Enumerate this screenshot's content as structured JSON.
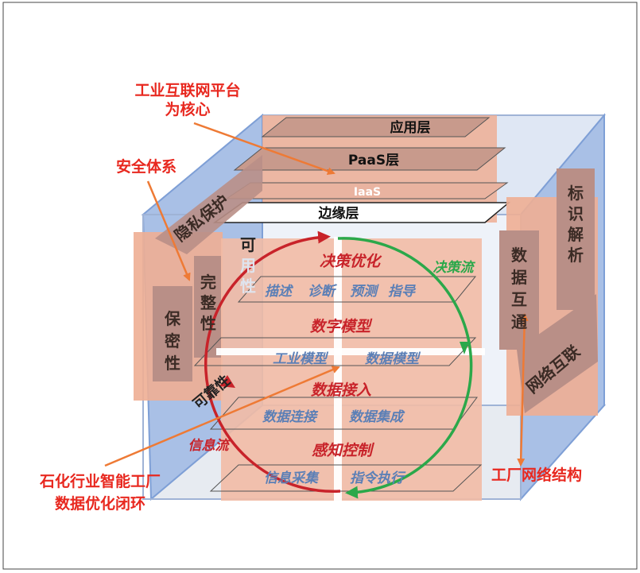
{
  "callouts": {
    "platform_core_line1": "工业互联网平台",
    "platform_core_line2": "为核心",
    "security_system": "安全体系",
    "closed_loop_line1": "石化行业智能工厂",
    "closed_loop_line2": "数据优化闭环",
    "network_structure": "工厂网络结构"
  },
  "platform_layers": {
    "application": "应用层",
    "paas": "PaaS层",
    "iaas": "IaaS",
    "edge": "边缘层"
  },
  "security_faces": {
    "privacy": "隐私保护",
    "confidentiality": [
      "保",
      "密",
      "性"
    ],
    "integrity": [
      "完",
      "整",
      "性"
    ],
    "availability_top": [
      "可",
      "用",
      "性"
    ],
    "availability_bottom": "可靠性"
  },
  "network_faces": {
    "identifier": [
      "标",
      "识",
      "解",
      "析"
    ],
    "interconnect": [
      "数",
      "据",
      "互",
      "通"
    ],
    "network": "网络互联"
  },
  "loop": {
    "decision": "决策优化",
    "decision_sub": [
      "描述",
      "诊断",
      "预测",
      "指导"
    ],
    "model": "数字模型",
    "model_sub": [
      "工业模型",
      "数据模型"
    ],
    "access": "数据接入",
    "access_sub": [
      "数据连接",
      "数据集成"
    ],
    "control": "感知控制",
    "control_sub": [
      "信息采集",
      "指令执行"
    ],
    "decision_flow": "决策流",
    "info_flow": "信息流"
  },
  "colors": {
    "callout_red": "#e8281f",
    "arrow_orange": "#ee7a35",
    "loop_red": "#c8232a",
    "loop_green": "#2ba84a",
    "salmon": "#eeae94",
    "steel_blue": "#7e9fd6"
  }
}
